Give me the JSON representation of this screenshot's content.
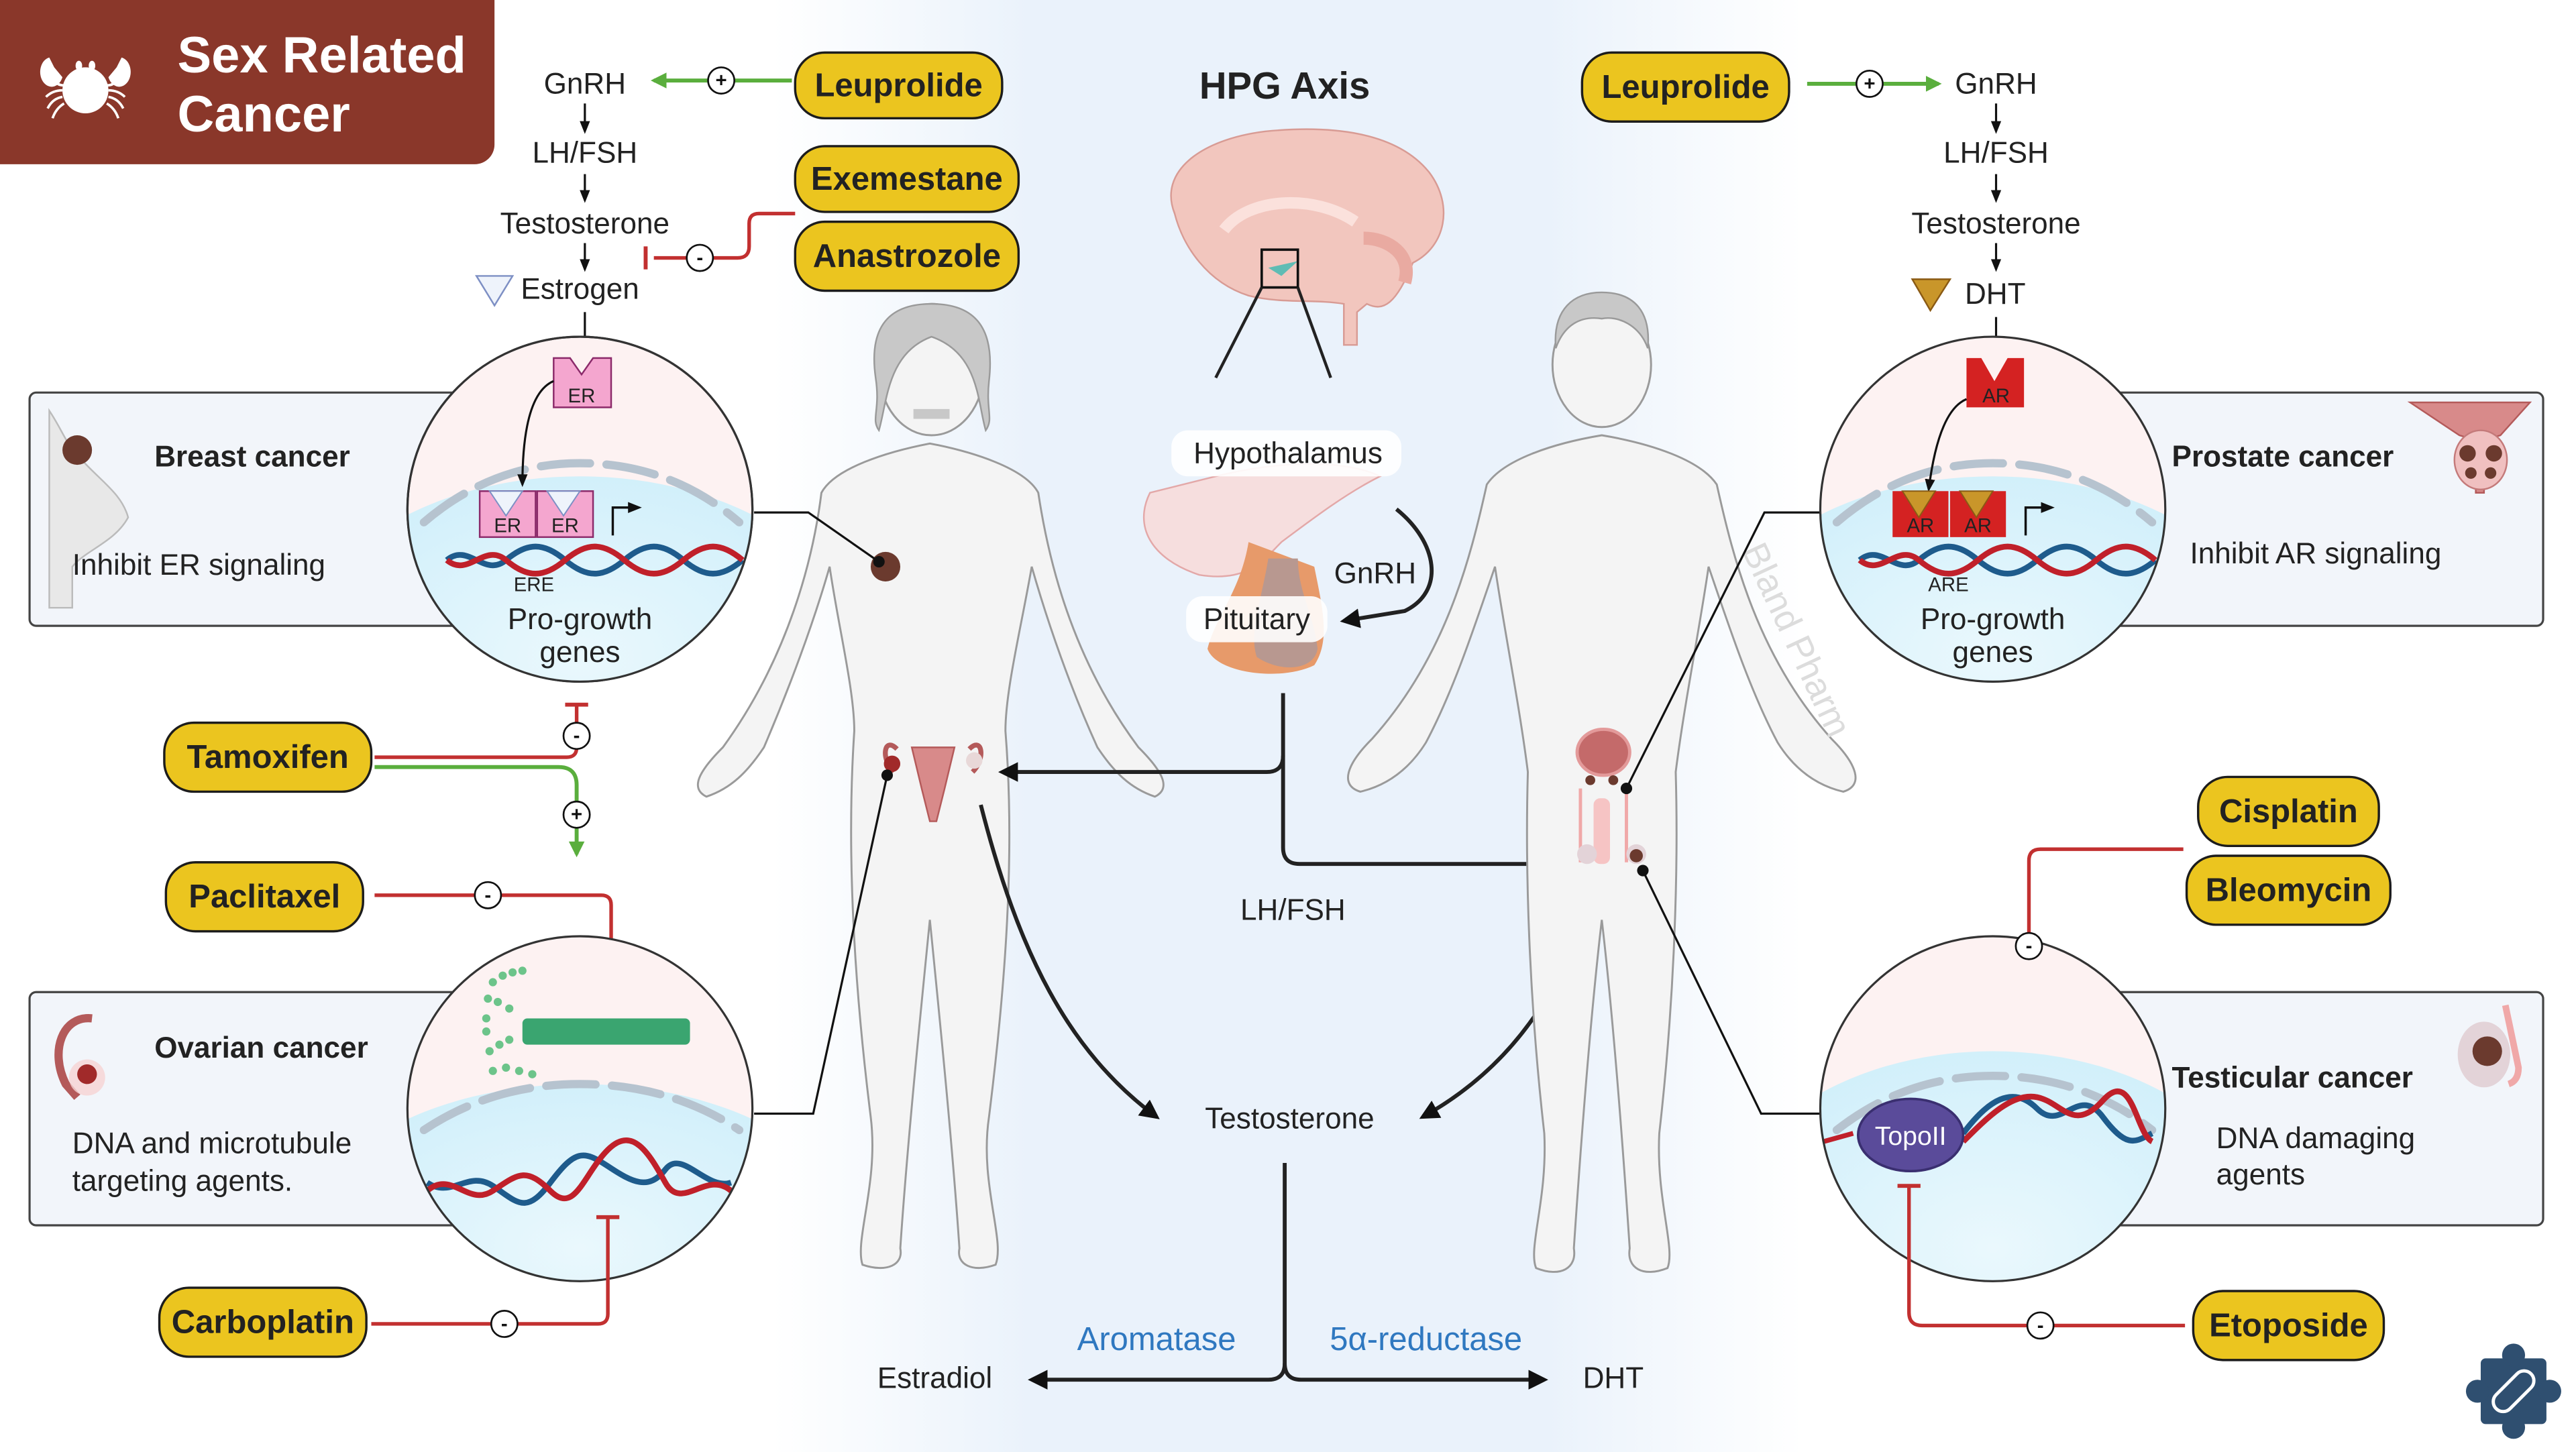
{
  "title": {
    "line1": "Sex Related",
    "line2": "Cancer",
    "icon": "crab-icon",
    "bg_color": "#8a372a"
  },
  "center": {
    "heading": "HPG Axis",
    "hypothalamus": "Hypothalamus",
    "pituitary": "Pituitary",
    "gnrh": "GnRH",
    "lh_fsh": "LH/FSH",
    "testosterone": "Testosterone",
    "aromatase": "Aromatase",
    "reductase": "5α-reductase",
    "estradiol": "Estradiol",
    "dht": "DHT",
    "enzyme_color": "#2f78c0"
  },
  "female_pathway": {
    "steps": [
      "GnRH",
      "LH/FSH",
      "Testosterone",
      "Estrogen"
    ],
    "drugs": {
      "leuprolide": "Leuprolide",
      "exemestane": "Exemestane",
      "anastrozole": "Anastrozole",
      "tamoxifen": "Tamoxifen",
      "paclitaxel": "Paclitaxel",
      "carboplatin": "Carboplatin"
    }
  },
  "male_pathway": {
    "steps": [
      "GnRH",
      "LH/FSH",
      "Testosterone",
      "DHT"
    ],
    "drugs": {
      "leuprolide": "Leuprolide",
      "cisplatin": "Cisplatin",
      "bleomycin": "Bleomycin",
      "etoposide": "Etoposide"
    }
  },
  "signs": {
    "plus": "+",
    "minus": "-"
  },
  "cards": {
    "breast": {
      "title": "Breast cancer",
      "desc": "Inhibit ER signaling",
      "receptor": "ER",
      "element": "ERE",
      "genes_line1": "Pro-growth",
      "genes_line2": "genes"
    },
    "ovarian": {
      "title": "Ovarian cancer",
      "desc_line1": "DNA and microtubule",
      "desc_line2": "targeting agents."
    },
    "prostate": {
      "title": "Prostate cancer",
      "desc": "Inhibit AR signaling",
      "receptor": "AR",
      "element": "ARE",
      "genes_line1": "Pro-growth",
      "genes_line2": "genes"
    },
    "testicular": {
      "title": "Testicular cancer",
      "desc_line1": "DNA damaging",
      "desc_line2": "agents",
      "enzyme": "TopoII"
    }
  },
  "watermark": "Bland Pharm",
  "logo": "puzzle-pill-icon",
  "colors": {
    "drug_pill": "#ebc51f",
    "activate": "#5aae3d",
    "inhibit": "#c23030",
    "dna_red": "#c0202a",
    "dna_blue": "#1e5b8c",
    "er": "#f4a6cf",
    "ar": "#d42222",
    "dht": "#c9962a",
    "center_bg": "#eaf2fb"
  }
}
